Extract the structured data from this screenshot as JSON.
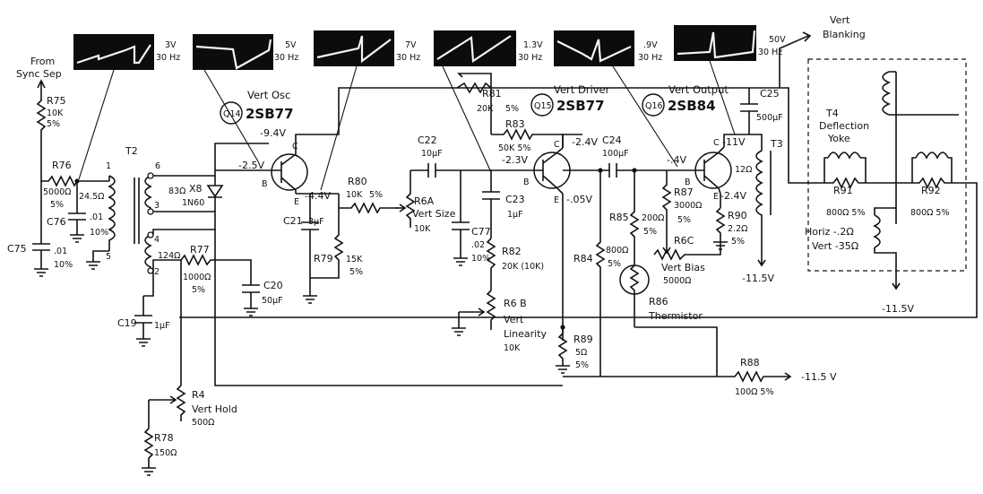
{
  "scopes": [
    {
      "amp": "3V",
      "freq": "30 Hz"
    },
    {
      "amp": "5V",
      "freq": "30 Hz"
    },
    {
      "amp": "7V",
      "freq": "30 Hz"
    },
    {
      "amp": "1.3V",
      "freq": "30 Hz"
    },
    {
      "amp": ".9V",
      "freq": "30 Hz"
    },
    {
      "amp": "50V",
      "freq": "30 Hz"
    }
  ],
  "signals": {
    "from_line1": "From",
    "from_line2": "Sync Sep",
    "vert_blank_line1": "Vert",
    "vert_blank_line2": "Blanking"
  },
  "stages": {
    "q14": {
      "title": "Vert Osc",
      "id": "Q14",
      "part": "2SB77",
      "c_v": "-9.4V",
      "b_v": "-2.5V",
      "e_v": "-4.4V"
    },
    "q15": {
      "title": "Vert Driver",
      "id": "Q15",
      "part": "2SB77",
      "c_v": "-2.4V",
      "b_v": "-2.3V",
      "e_v": "-.05V"
    },
    "q16": {
      "title": "Vert Output",
      "id": "Q16",
      "part": "2SB84",
      "c_v": "-11V",
      "b_v": "-.4V",
      "e_v": "-2.4V"
    }
  },
  "pins": {
    "c": "C",
    "b": "B",
    "e": "E"
  },
  "components": {
    "r75": {
      "name": "R75",
      "val": "10K",
      "tol": "5%"
    },
    "r76": {
      "name": "R76",
      "val": "5000Ω",
      "tol": "5%"
    },
    "t2": {
      "name": "T2",
      "p1": "1",
      "p2": "2",
      "p3": "3",
      "p4": "4",
      "p5": "5",
      "p6": "6",
      "r_a": "24.5Ω",
      "r_b": "83Ω",
      "r_c": "124Ω"
    },
    "c76": {
      "name": "C76",
      "val": ".01",
      "tol": "10%"
    },
    "c75": {
      "name": "C75",
      "val": ".01",
      "tol": "10%"
    },
    "x8": {
      "name": "X8",
      "part": "1N60"
    },
    "c21": {
      "name": "C21",
      "val": "3μF"
    },
    "r79": {
      "name": "R79",
      "val": "15K",
      "tol": "5%"
    },
    "r77": {
      "name": "R77",
      "val": "1000Ω",
      "tol": "5%"
    },
    "c20": {
      "name": "C20",
      "val": "50μF"
    },
    "c19": {
      "name": "C19",
      "val": "1μF"
    },
    "r4": {
      "name": "R4",
      "label1": "Vert Hold",
      "val": "500Ω"
    },
    "r78": {
      "name": "R78",
      "val": "150Ω"
    },
    "r80": {
      "name": "R80",
      "val": "10K",
      "tol": "5%"
    },
    "r6a": {
      "name": "R6A",
      "label1": "Vert Size",
      "val": "10K"
    },
    "c22": {
      "name": "C22",
      "val": "10μF"
    },
    "c23": {
      "name": "C23",
      "val": "1μF"
    },
    "c77": {
      "name": "C77",
      "val": ".02",
      "tol": "10%"
    },
    "r82": {
      "name": "R82",
      "val": "20K (10K)"
    },
    "r6b": {
      "name": "R6 B",
      "label1": "Vert",
      "label2": "Linearity",
      "val": "10K"
    },
    "r81": {
      "name": "R81",
      "val": "20K",
      "tol": "5%"
    },
    "r83": {
      "name": "R83",
      "val": "50K 5%"
    },
    "c24": {
      "name": "C24",
      "val": "100μF"
    },
    "r84": {
      "name": "R84",
      "val": "800Ω",
      "tol": "5%"
    },
    "r85": {
      "name": "R85",
      "val": "200Ω",
      "tol": "5%"
    },
    "r86": {
      "name": "R86",
      "label1": "Thermistor"
    },
    "r87": {
      "name": "R87",
      "val": "3000Ω",
      "tol": "5%"
    },
    "r6c": {
      "name": "R6C",
      "label1": "Vert Bias",
      "val": "5000Ω"
    },
    "r89": {
      "name": "R89",
      "val": "5Ω",
      "tol": "5%"
    },
    "r88": {
      "name": "R88",
      "val": "100Ω 5%"
    },
    "c25": {
      "name": "C25",
      "val": "500μF"
    },
    "t3": {
      "name": "T3",
      "val": "12Ω"
    },
    "r90": {
      "name": "R90",
      "val": "2.2Ω",
      "tol": "5%"
    },
    "t4": {
      "name": "T4",
      "label1": "Deflection",
      "label2": "Yoke"
    },
    "r91": {
      "name": "R91",
      "val": "800Ω 5%"
    },
    "r92": {
      "name": "R92",
      "val": "800Ω 5%"
    },
    "yoke_text": {
      "horiz": "Horiz -.2Ω",
      "vert": "Vert -35Ω"
    }
  },
  "supplies": {
    "s1": "-11.5V",
    "s2": "-11.5V",
    "s3": "-11.5 V"
  }
}
